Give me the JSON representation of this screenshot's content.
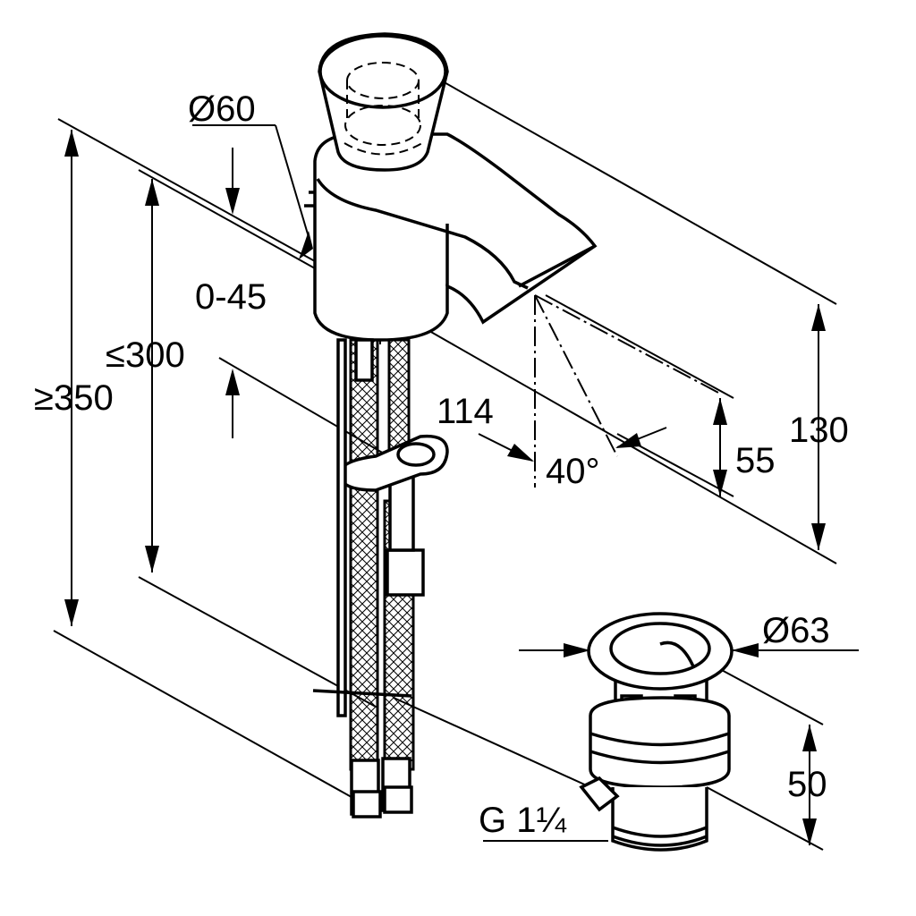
{
  "drawing": {
    "labels": {
      "knob_diameter": "Ø60",
      "swivel_range": "0-45",
      "max_height_300": "≤300",
      "min_height_350": "≥350",
      "spout_reach": "114",
      "spray_angle": "40°",
      "spout_height_55": "55",
      "total_height_130": "130",
      "drain_diameter": "Ø63",
      "drain_height": "50",
      "drain_thread": "G 1¼"
    }
  }
}
